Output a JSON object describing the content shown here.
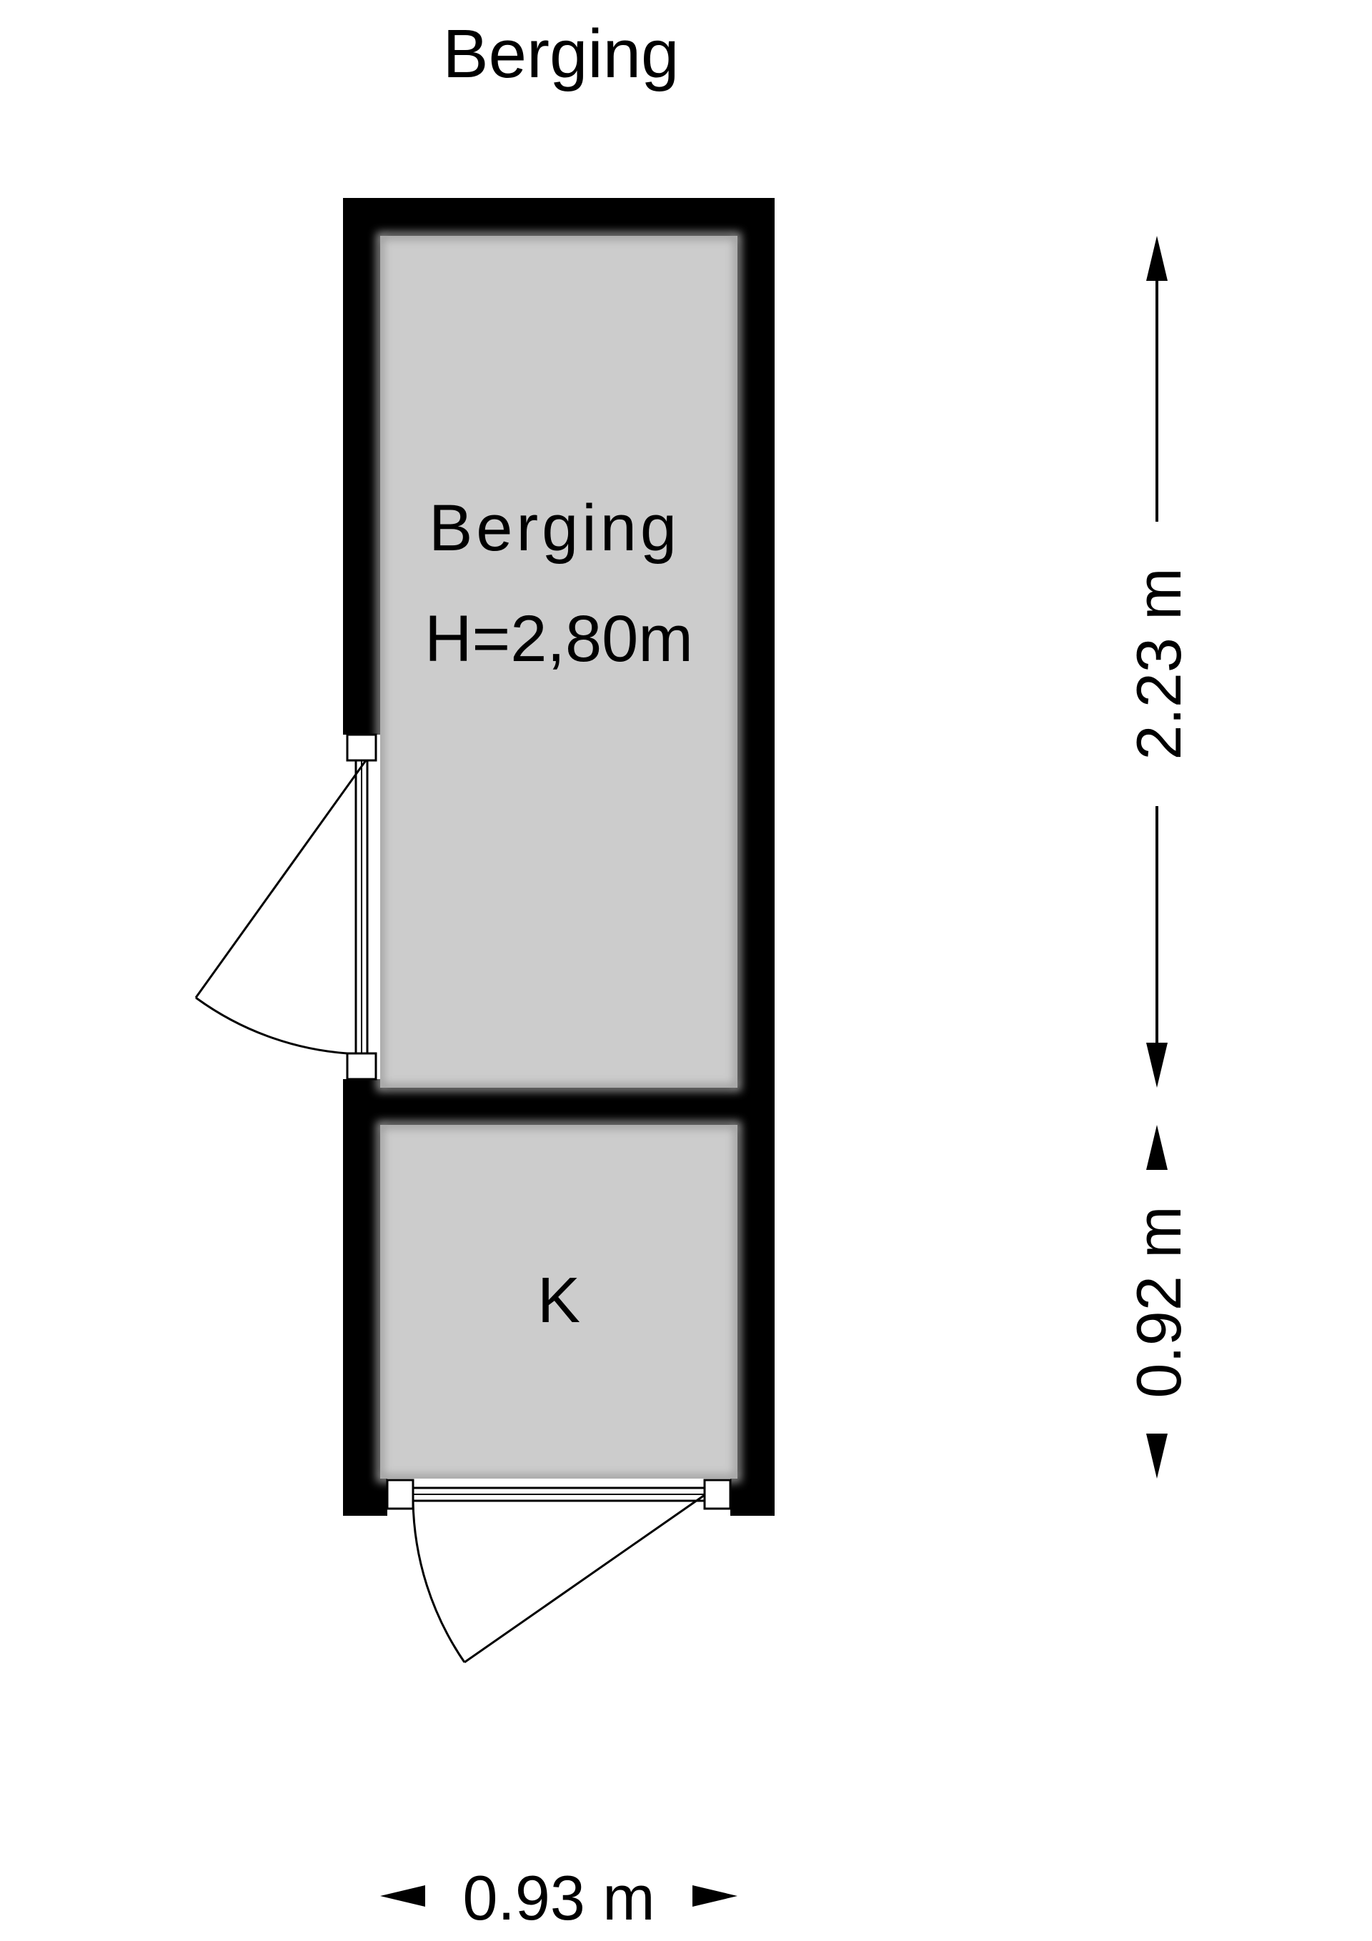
{
  "page_title": "Berging",
  "rooms": {
    "berging": {
      "name": "Berging",
      "height_label": "H=2,80m"
    },
    "kast": {
      "name": "K"
    }
  },
  "dimensions": {
    "berging_length": "2.23 m",
    "kast_length": "0.92 m",
    "total_width": "0.93 m"
  },
  "colors": {
    "wall": "#000000",
    "floor": "#cccccc",
    "background": "#ffffff"
  },
  "icons": {
    "side_door": "door-swing-icon",
    "front_door": "door-swing-icon",
    "dimension_arrows": "dimension-arrow-icon"
  }
}
